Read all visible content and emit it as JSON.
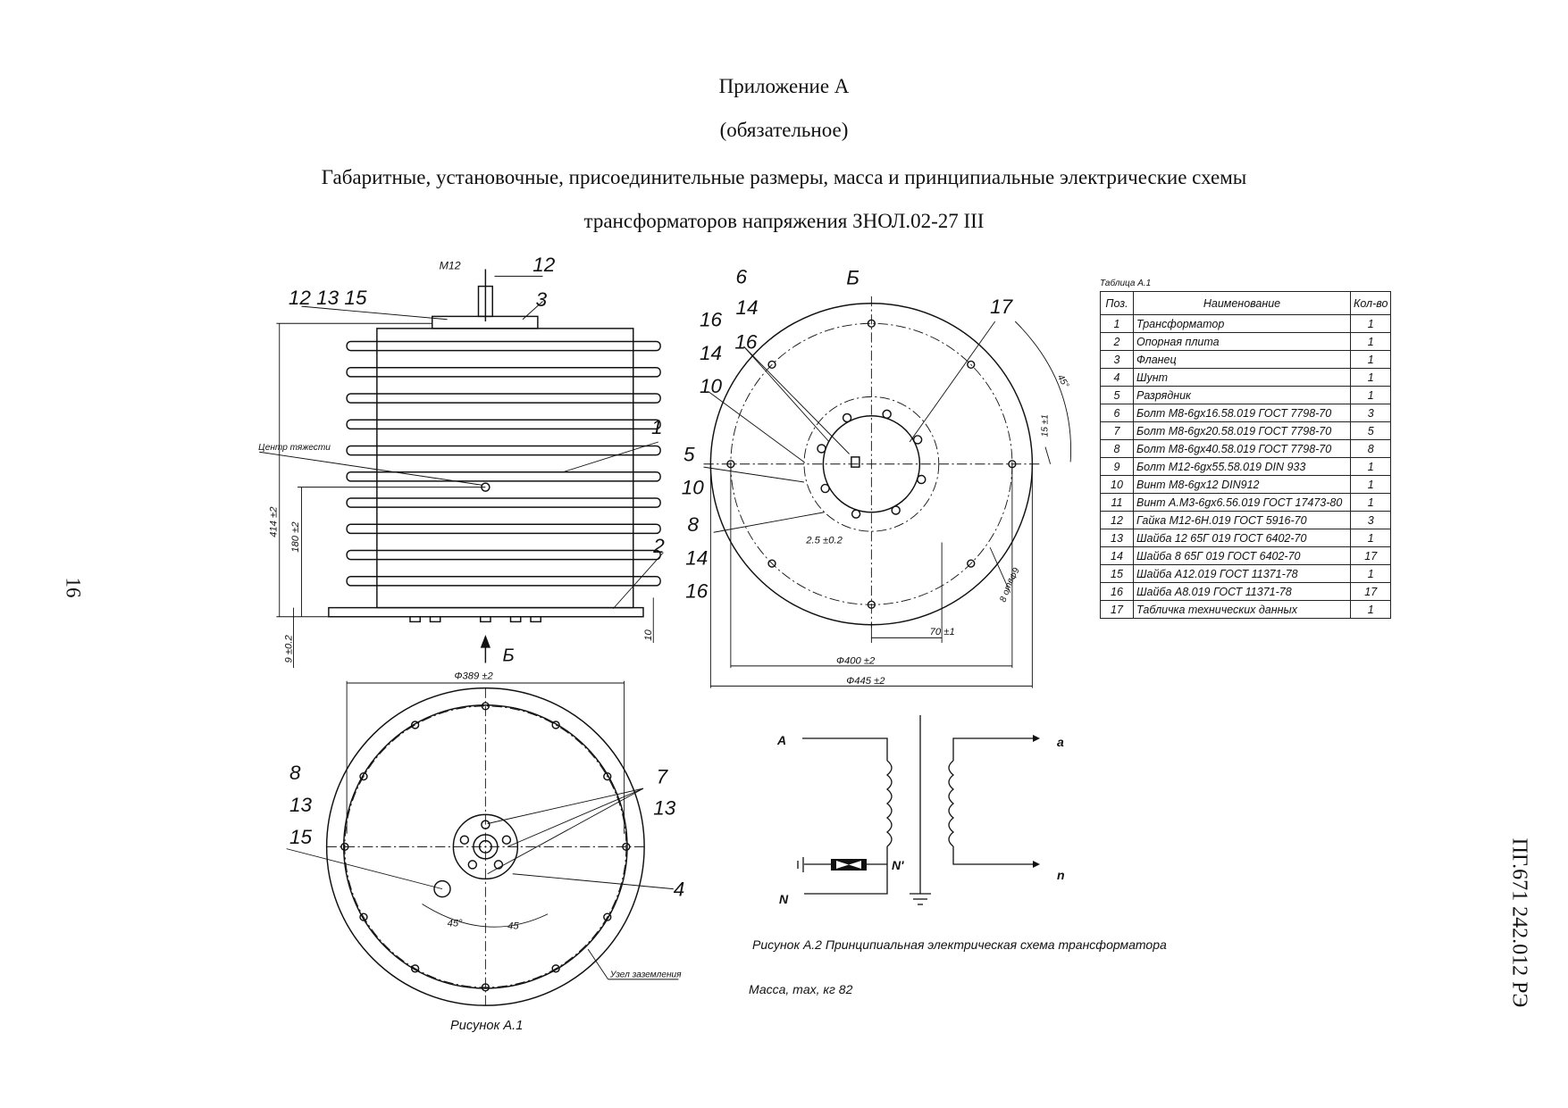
{
  "header": {
    "appendix": "Приложение А",
    "status": "(обязательное)",
    "title_line1": "Габаритные, установочные, присоединительные размеры, масса и принципиальные электрические схемы",
    "title_line2": "трансформаторов напряжения ЗНОЛ.02-27 III"
  },
  "page_number": "16",
  "doc_code": "ПГ.671 242.012 РЭ",
  "fig1": {
    "labels": [
      "M12",
      "12",
      "12 13 15",
      "3",
      "1",
      "Центр тяжести",
      "2",
      "414 ±2",
      "180 ±2",
      "9 ±0.2",
      "10",
      "Б",
      "Ф389 ±2",
      "8",
      "13",
      "15",
      "7",
      "13",
      "4",
      "45°",
      "45",
      "Узел заземления"
    ],
    "caption": "Рисунок А.1"
  },
  "view_b": {
    "labels": [
      "6",
      "14",
      "Б",
      "16",
      "14",
      "10",
      "16",
      "17",
      "5",
      "10",
      "8",
      "14",
      "16",
      "2.5 ±0.2",
      "70 ±1",
      "Ф400 ±2",
      "Ф445 ±2",
      "15 ±1",
      "45°",
      "Ф9",
      "8 отв."
    ]
  },
  "table": {
    "caption": "Таблица А.1",
    "headers": [
      "Поз.",
      "Наименование",
      "Кол-во"
    ],
    "rows": [
      [
        "1",
        "Трансформатор",
        "1"
      ],
      [
        "2",
        "Опорная плита",
        "1"
      ],
      [
        "3",
        "Фланец",
        "1"
      ],
      [
        "4",
        "Шунт",
        "1"
      ],
      [
        "5",
        "Разрядник",
        "1"
      ],
      [
        "6",
        "Болт М8-6gx16.58.019 ГОСТ 7798-70",
        "3"
      ],
      [
        "7",
        "Болт М8-6gx20.58.019 ГОСТ 7798-70",
        "5"
      ],
      [
        "8",
        "Болт М8-6gx40.58.019 ГОСТ 7798-70",
        "8"
      ],
      [
        "9",
        "Болт М12-6gx55.58.019 DIN 933",
        "1"
      ],
      [
        "10",
        "Винт М8-6gx12 DIN912",
        "1"
      ],
      [
        "11",
        "Винт А.М3-6gx6.56.019 ГОСТ 17473-80",
        "1"
      ],
      [
        "12",
        "Гайка М12-6Н.019 ГОСТ 5916-70",
        "3"
      ],
      [
        "13",
        "Шайба 12 65Г 019 ГОСТ 6402-70",
        "1"
      ],
      [
        "14",
        "Шайба 8 65Г 019 ГОСТ 6402-70",
        "17"
      ],
      [
        "15",
        "Шайба А12.019 ГОСТ 11371-78",
        "1"
      ],
      [
        "16",
        "Шайба А8.019 ГОСТ 11371-78",
        "17"
      ],
      [
        "17",
        "Табличка технических данных",
        "1"
      ]
    ]
  },
  "schematic": {
    "terminals": [
      "A",
      "N'",
      "N",
      "a",
      "n"
    ],
    "caption": "Рисунок А.2 Принципиальная электрическая схема трансформатора",
    "mass": "Масса, max, кг 82"
  }
}
